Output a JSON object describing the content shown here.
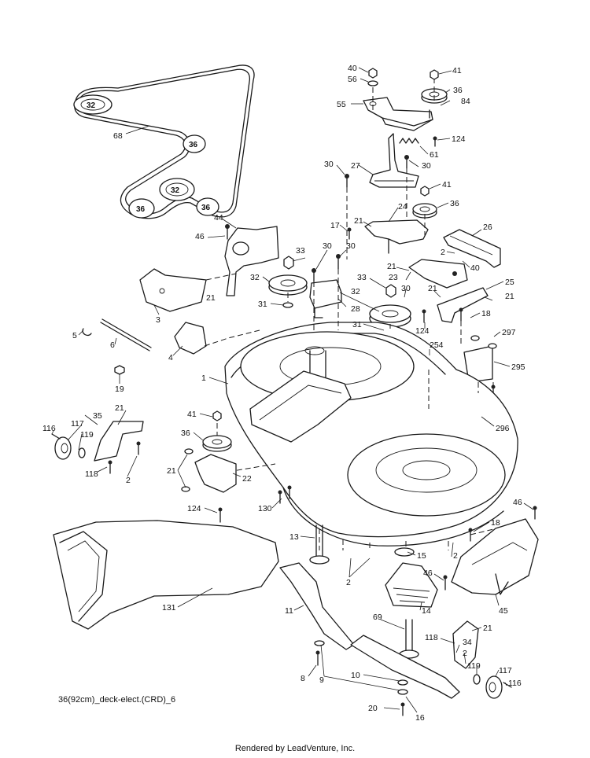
{
  "diagram": {
    "caption": "36(92cm)_deck-elect.(CRD)_6",
    "footer": "Rendered by LeadVenture, Inc.",
    "pulley_labels": [
      "32",
      "36",
      "32",
      "36",
      "36"
    ],
    "callouts": [
      {
        "id": "c68",
        "text": "68"
      },
      {
        "id": "c40a",
        "text": "40"
      },
      {
        "id": "c56",
        "text": "56"
      },
      {
        "id": "c41a",
        "text": "41"
      },
      {
        "id": "c36a",
        "text": "36"
      },
      {
        "id": "c84",
        "text": "84"
      },
      {
        "id": "c55",
        "text": "55"
      },
      {
        "id": "c124a",
        "text": "124"
      },
      {
        "id": "c61",
        "text": "61"
      },
      {
        "id": "c30a",
        "text": "30"
      },
      {
        "id": "c27",
        "text": "27"
      },
      {
        "id": "c30b",
        "text": "30"
      },
      {
        "id": "c41b",
        "text": "41"
      },
      {
        "id": "c36b",
        "text": "36"
      },
      {
        "id": "c24",
        "text": "24"
      },
      {
        "id": "c17",
        "text": "17"
      },
      {
        "id": "c21a",
        "text": "21"
      },
      {
        "id": "c26",
        "text": "26"
      },
      {
        "id": "c44",
        "text": "44"
      },
      {
        "id": "c46a",
        "text": "46"
      },
      {
        "id": "c33a",
        "text": "33"
      },
      {
        "id": "c30c",
        "text": "30"
      },
      {
        "id": "c30d",
        "text": "30"
      },
      {
        "id": "c2a",
        "text": "2"
      },
      {
        "id": "c40b",
        "text": "40"
      },
      {
        "id": "c21b",
        "text": "21"
      },
      {
        "id": "c23",
        "text": "23"
      },
      {
        "id": "c32a",
        "text": "32"
      },
      {
        "id": "c33b",
        "text": "33"
      },
      {
        "id": "c25",
        "text": "25"
      },
      {
        "id": "c21c",
        "text": "21"
      },
      {
        "id": "c21d",
        "text": "21"
      },
      {
        "id": "c32b",
        "text": "32"
      },
      {
        "id": "c30e",
        "text": "30"
      },
      {
        "id": "c21e",
        "text": "21"
      },
      {
        "id": "c31a",
        "text": "31"
      },
      {
        "id": "c28",
        "text": "28"
      },
      {
        "id": "c18a",
        "text": "18"
      },
      {
        "id": "c3",
        "text": "3"
      },
      {
        "id": "c31b",
        "text": "31"
      },
      {
        "id": "c124b",
        "text": "124"
      },
      {
        "id": "c297",
        "text": "297"
      },
      {
        "id": "c254",
        "text": "254"
      },
      {
        "id": "c5",
        "text": "5"
      },
      {
        "id": "c6",
        "text": "6"
      },
      {
        "id": "c4",
        "text": "4"
      },
      {
        "id": "c295",
        "text": "295"
      },
      {
        "id": "c1",
        "text": "1"
      },
      {
        "id": "c19",
        "text": "19"
      },
      {
        "id": "c41c",
        "text": "41"
      },
      {
        "id": "c296",
        "text": "296"
      },
      {
        "id": "c21f",
        "text": "21"
      },
      {
        "id": "c35",
        "text": "35"
      },
      {
        "id": "c116a",
        "text": "116"
      },
      {
        "id": "c117a",
        "text": "117"
      },
      {
        "id": "c119a",
        "text": "119"
      },
      {
        "id": "c36c",
        "text": "36"
      },
      {
        "id": "c118a",
        "text": "118"
      },
      {
        "id": "c2b",
        "text": "2"
      },
      {
        "id": "c21g",
        "text": "21"
      },
      {
        "id": "c22",
        "text": "22"
      },
      {
        "id": "c124c",
        "text": "124"
      },
      {
        "id": "c130",
        "text": "130"
      },
      {
        "id": "c46b",
        "text": "46"
      },
      {
        "id": "c18b",
        "text": "18"
      },
      {
        "id": "c13",
        "text": "13"
      },
      {
        "id": "c2c",
        "text": "2"
      },
      {
        "id": "c15",
        "text": "15"
      },
      {
        "id": "c2d",
        "text": "2"
      },
      {
        "id": "c46c",
        "text": "46"
      },
      {
        "id": "c14",
        "text": "14"
      },
      {
        "id": "c131",
        "text": "131"
      },
      {
        "id": "c45",
        "text": "45"
      },
      {
        "id": "c11",
        "text": "11"
      },
      {
        "id": "c69",
        "text": "69"
      },
      {
        "id": "c21h",
        "text": "21"
      },
      {
        "id": "c118b",
        "text": "118"
      },
      {
        "id": "c34",
        "text": "34"
      },
      {
        "id": "c2e",
        "text": "2"
      },
      {
        "id": "c119b",
        "text": "119"
      },
      {
        "id": "c117b",
        "text": "117"
      },
      {
        "id": "c116b",
        "text": "116"
      },
      {
        "id": "c8",
        "text": "8"
      },
      {
        "id": "c9",
        "text": "9"
      },
      {
        "id": "c10",
        "text": "10"
      },
      {
        "id": "c20",
        "text": "20"
      },
      {
        "id": "c16",
        "text": "16"
      }
    ]
  }
}
